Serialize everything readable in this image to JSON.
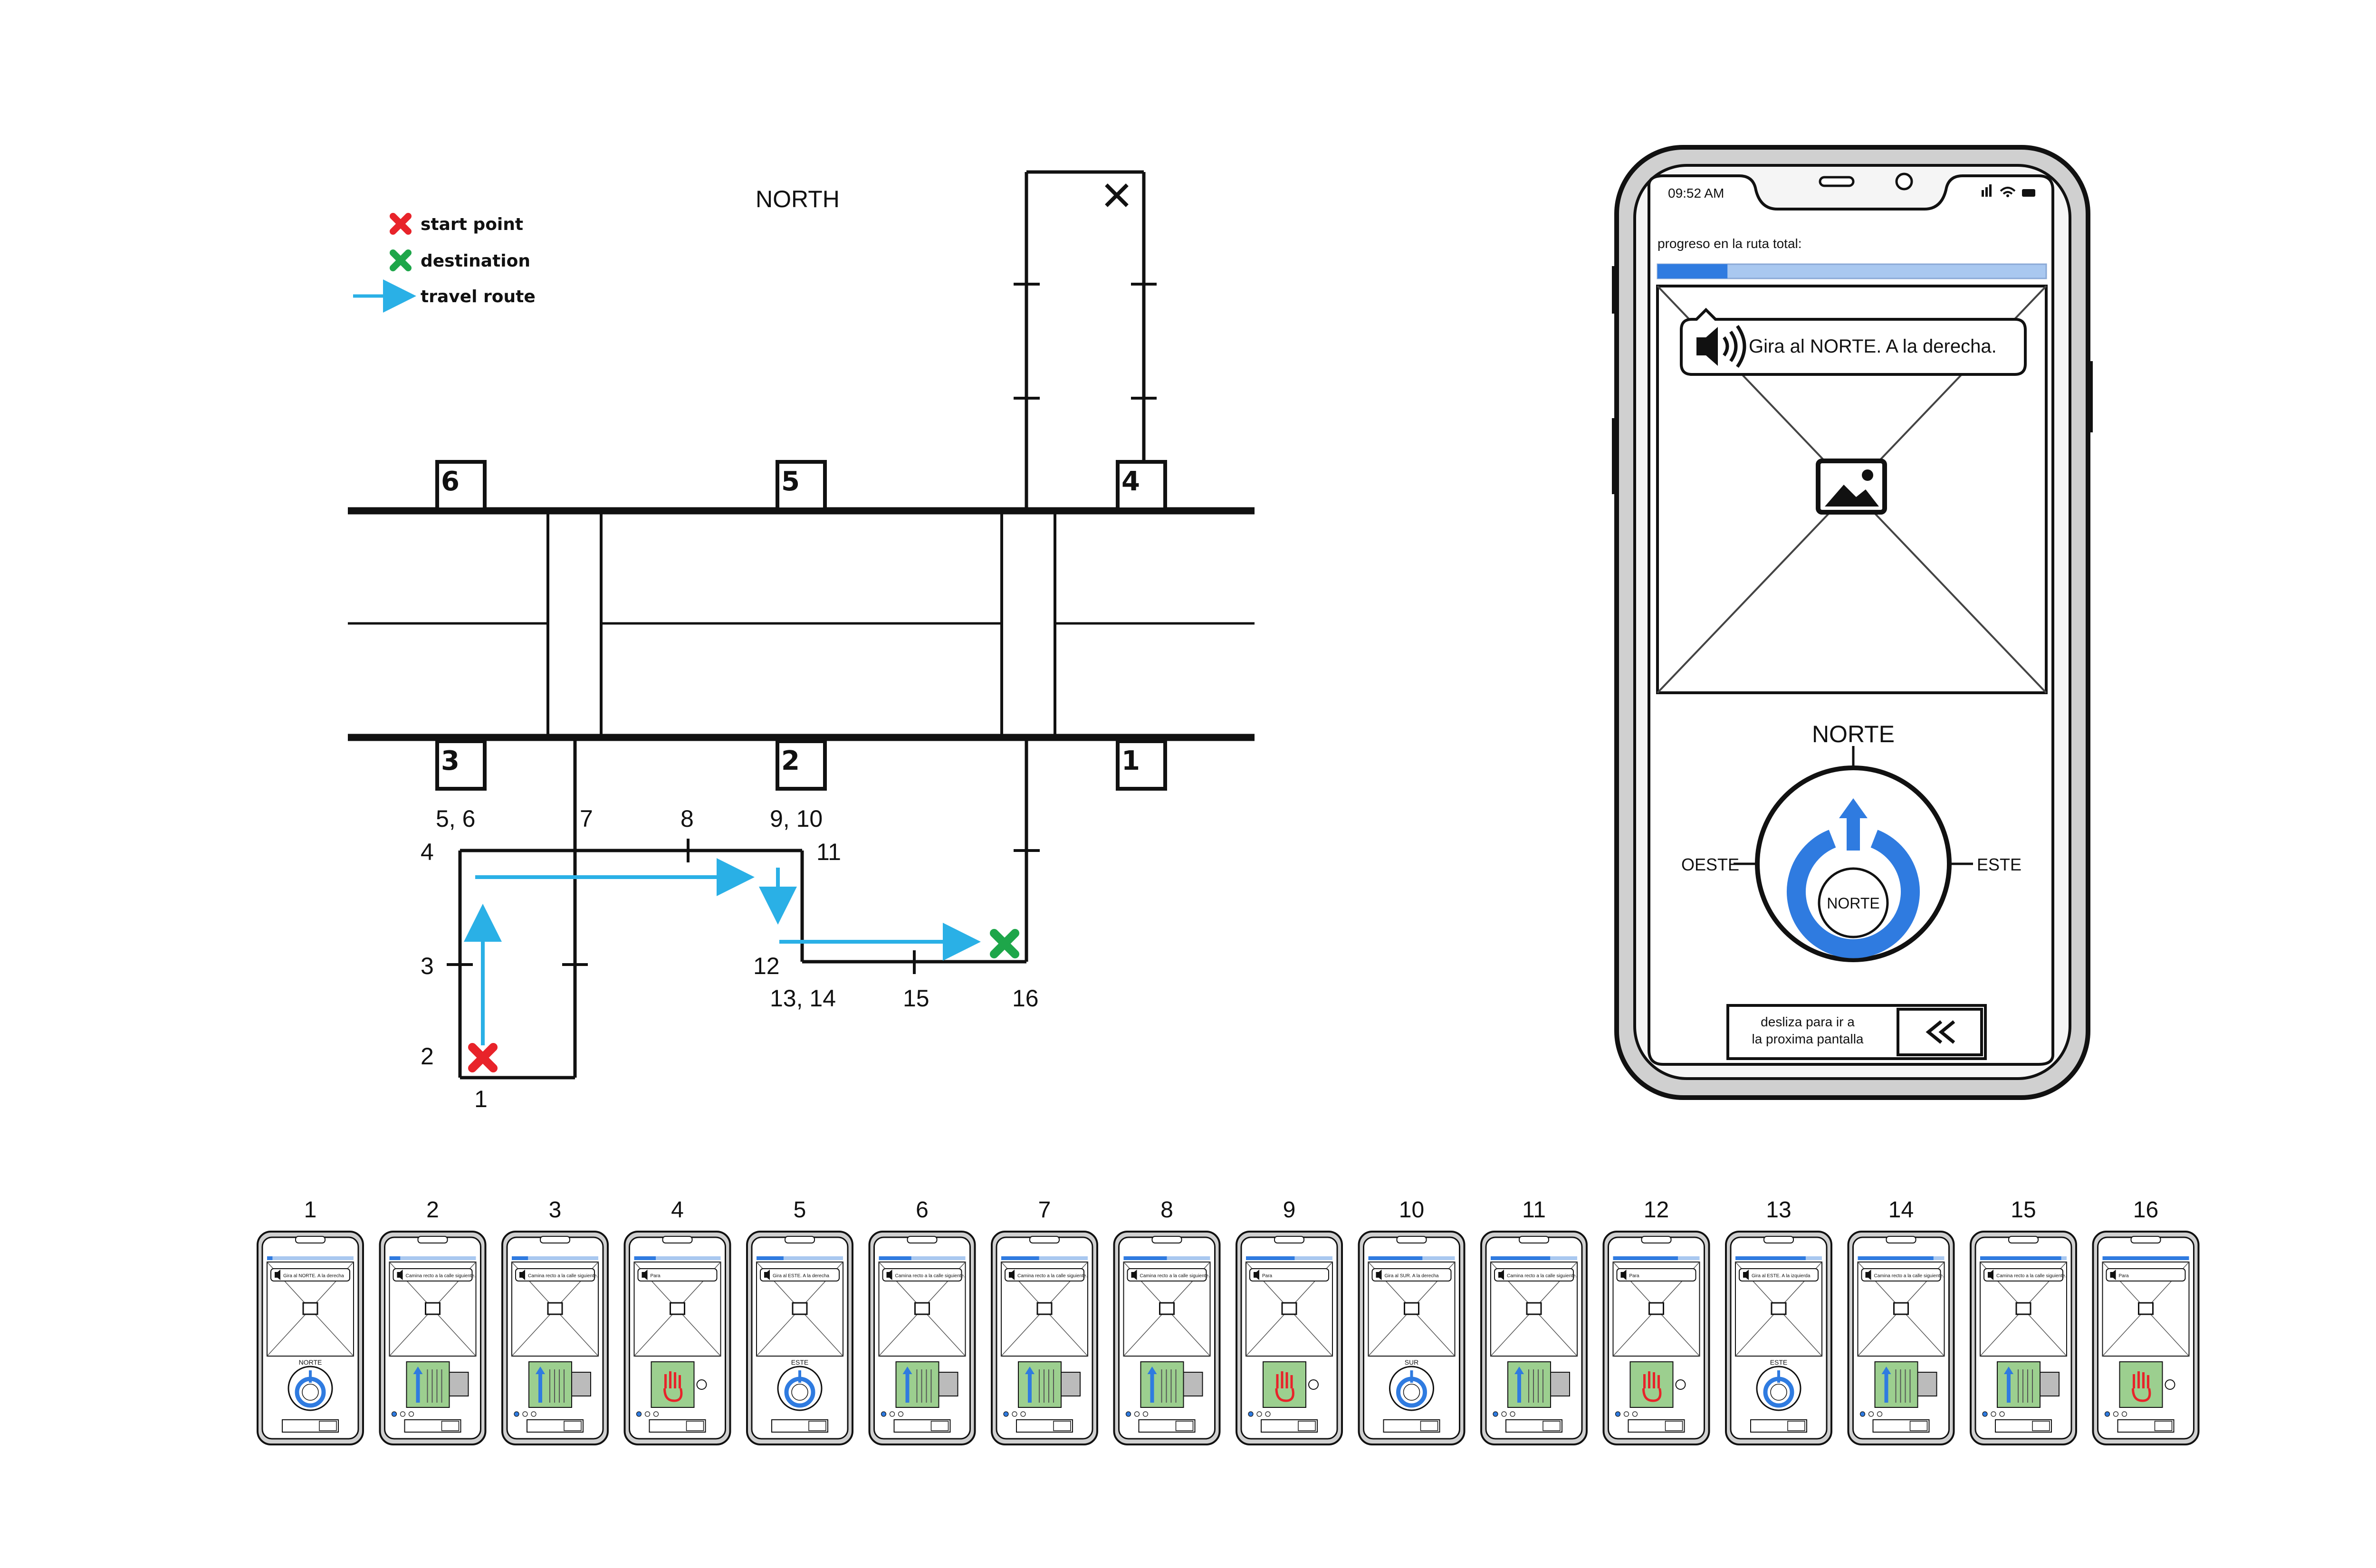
{
  "legend": [
    {
      "label": "start point",
      "icon": "red-x-icon",
      "color": "#e8232a"
    },
    {
      "label": "destination",
      "icon": "green-x-icon",
      "color": "#1ea64a"
    },
    {
      "label": "travel route",
      "icon": "arrow-icon",
      "color": "#2ab0e6"
    }
  ],
  "map": {
    "north_label": "NORTH",
    "buildings": [
      "6",
      "5",
      "4",
      "3",
      "2",
      "1"
    ],
    "waypoints": [
      "5, 6",
      "7",
      "8",
      "9, 10",
      "4",
      "11",
      "3",
      "12",
      "2",
      "1",
      "13, 14",
      "15",
      "16"
    ]
  },
  "phone": {
    "status_time": "09:52 AM",
    "progress_label": "progreso en la ruta total:",
    "progress_value": 0.18,
    "instruction": "Gira al NORTE. A la derecha.",
    "compass": {
      "north": "NORTE",
      "west": "OESTE",
      "east": "ESTE",
      "center": "NORTE"
    },
    "swipe_text_1": "desliza para ir a",
    "swipe_text_2": "la proxima pantalla",
    "swipe_icon": "double-chevron-left-icon"
  },
  "thumbnails": [
    {
      "number": "1",
      "type": "compass",
      "text": "Gira al NORTE. A la derecha",
      "compass": "NORTE"
    },
    {
      "number": "2",
      "type": "walk",
      "text": "Camina recto a la calle siguiente."
    },
    {
      "number": "3",
      "type": "walk",
      "text": "Camina recto a la calle siguiente."
    },
    {
      "number": "4",
      "type": "stop",
      "text": "Para"
    },
    {
      "number": "5",
      "type": "compass",
      "text": "Gira al ESTE. A la derecha",
      "compass": "ESTE"
    },
    {
      "number": "6",
      "type": "walk",
      "text": "Camina recto a la calle siguiente."
    },
    {
      "number": "7",
      "type": "walk",
      "text": "Camina recto a la calle siguiente."
    },
    {
      "number": "8",
      "type": "walk",
      "text": "Camina recto a la calle siguiente."
    },
    {
      "number": "9",
      "type": "stop",
      "text": "Para"
    },
    {
      "number": "10",
      "type": "compass",
      "text": "Gira al SUR. A la derecha",
      "compass": "SUR"
    },
    {
      "number": "11",
      "type": "walk",
      "text": "Camina recto a la calle siguiente."
    },
    {
      "number": "12",
      "type": "stop",
      "text": "Para"
    },
    {
      "number": "13",
      "type": "compass",
      "text": "Gira al ESTE. A la izquierda",
      "compass": "ESTE"
    },
    {
      "number": "14",
      "type": "walk",
      "text": "Camina recto a la calle siguiente."
    },
    {
      "number": "15",
      "type": "walk",
      "text": "Camina recto a la calle siguiente."
    },
    {
      "number": "16",
      "type": "stop",
      "text": "Para"
    }
  ]
}
